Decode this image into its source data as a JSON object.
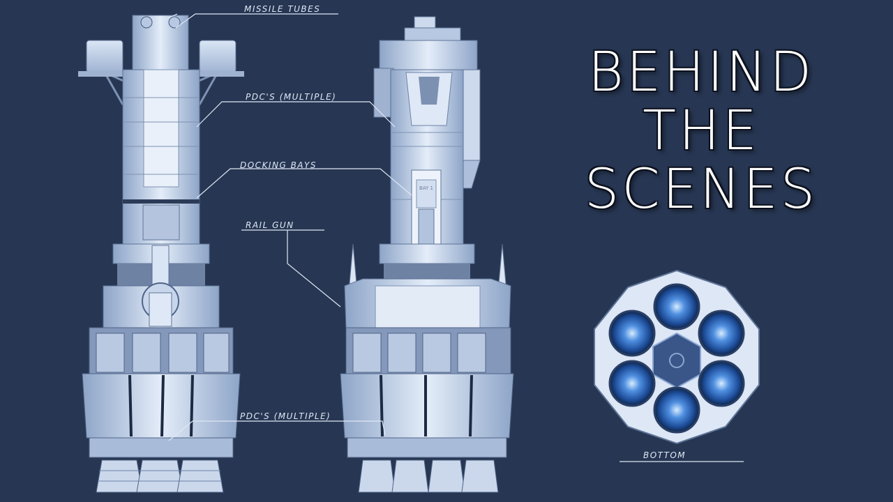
{
  "title": {
    "line1": "BEHIND",
    "line2": "THE",
    "line3": "SCENES"
  },
  "callouts": {
    "missile_tubes": "Missile Tubes",
    "pdcs_upper": "PDC's (multiple)",
    "docking_bays": "Docking Bays",
    "rail_gun": "Rail Gun",
    "pdcs_lower": "PDC's (multiple)",
    "bottom": "Bottom"
  },
  "docking_bay_marker": "BAY 1",
  "colors": {
    "background": "#273652",
    "hull": "#c9d8ee",
    "hull_shadow": "#6f86a8",
    "engine_glow": "#4f8fe0"
  }
}
